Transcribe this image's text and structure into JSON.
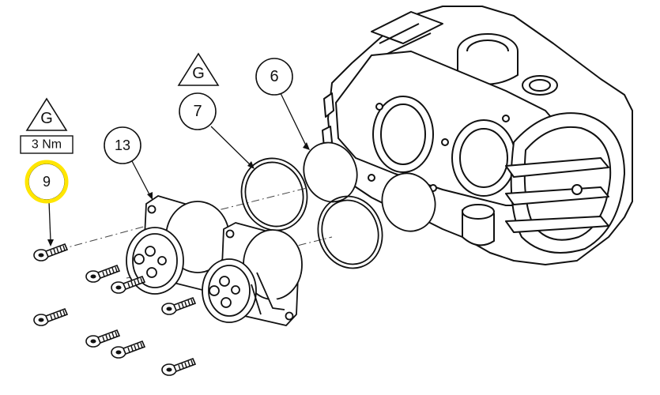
{
  "callouts": {
    "part_6": "6",
    "part_7": "7",
    "part_13": "13",
    "part_9": "9"
  },
  "torque": {
    "symbol_left": "G",
    "symbol_mid": "G",
    "value": "3 Nm"
  },
  "colors": {
    "line": "#111111",
    "highlight": "#ffe600",
    "background": "#ffffff"
  }
}
